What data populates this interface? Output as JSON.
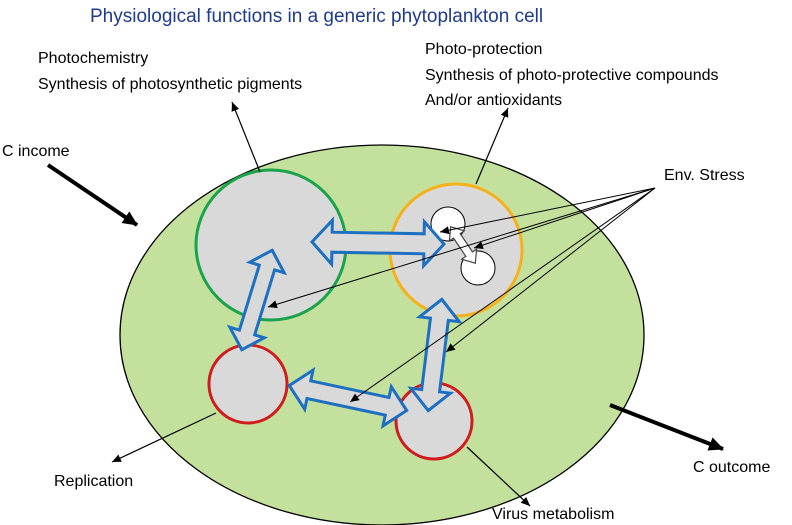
{
  "title": "Physiological functions in a generic phytoplankton cell",
  "labels": {
    "photochemistry_1": "Photochemistry",
    "photochemistry_2": "Synthesis of photosynthetic pigments",
    "photoprotection_1": "Photo-protection",
    "photoprotection_2": "Synthesis of photo-protective compounds",
    "photoprotection_3": "And/or antioxidants",
    "c_income": "C income",
    "env_stress": "Env. Stress",
    "replication": "Replication",
    "c_outcome": "C outcome",
    "virus_metabolism": "Virus metabolism"
  },
  "colors": {
    "title": "#1f3b8c",
    "cell_fill": "#c3e19c",
    "compartment_fill": "#d9d9d9",
    "photochemistry_ring": "#1aa34a",
    "photoprotection_ring": "#f6b01a",
    "replication_ring": "#d01c1c",
    "virus_ring": "#d01c1c",
    "exchange_arrow_outline": "#1d6fc1"
  }
}
